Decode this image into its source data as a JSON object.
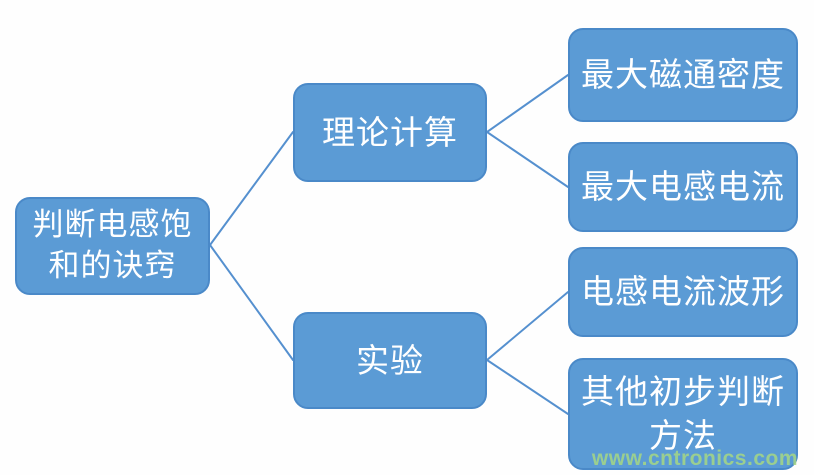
{
  "diagram": {
    "type": "mindmap",
    "root": {
      "label": "判断电感饱\n和的诀窍"
    },
    "branches": [
      {
        "label": "理论计算",
        "children": [
          {
            "label": "最大磁通密度"
          },
          {
            "label": "最大电感电流"
          }
        ]
      },
      {
        "label": "实验",
        "children": [
          {
            "label": "电感电流波形"
          },
          {
            "label": "其他初步判断\n方法"
          }
        ]
      }
    ]
  },
  "watermark": {
    "text": "www.cntronics.com"
  },
  "colors": {
    "page_bg": "#FEFEFE",
    "node_fill": "#5B9BD5",
    "node_border": "#4A89C8",
    "node_text": "#FFFFFF",
    "connector": "#5590CF",
    "watermark": "#A6D785"
  }
}
